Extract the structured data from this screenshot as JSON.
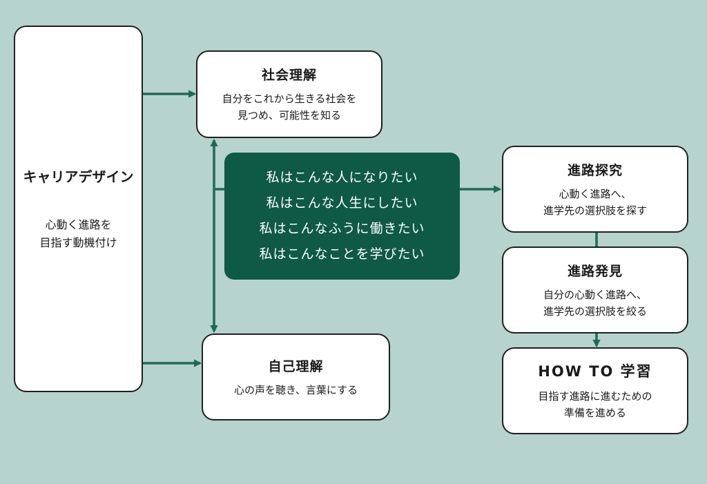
{
  "career": {
    "title": "キャリアデザイン",
    "desc": "心動く進路を\n目指す動機付け"
  },
  "shakai": {
    "title": "社会理解",
    "desc": "自分をこれから生きる社会を\n見つめ、可能性を知る"
  },
  "jiko": {
    "title": "自己理解",
    "desc": "心の声を聴き、言葉にする"
  },
  "center": {
    "lines": [
      "私はこんな人になりたい",
      "私はこんな人生にしたい",
      "私はこんなふうに働きたい",
      "私はこんなことを学びたい"
    ]
  },
  "tankyu": {
    "title": "進路探究",
    "desc": "心動く進路へ、\n進学先の選択肢を探す"
  },
  "hakken": {
    "title": "進路発見",
    "desc": "自分の心動く進路へ、\n進学先の選択肢を絞る"
  },
  "howto": {
    "title": "HOW TO 学習",
    "desc": "目指す進路に進むための\n準備を進める"
  },
  "colors": {
    "background": "#b6d3ce",
    "accent": "#1e6b55",
    "center_fill": "#0f5a44"
  }
}
